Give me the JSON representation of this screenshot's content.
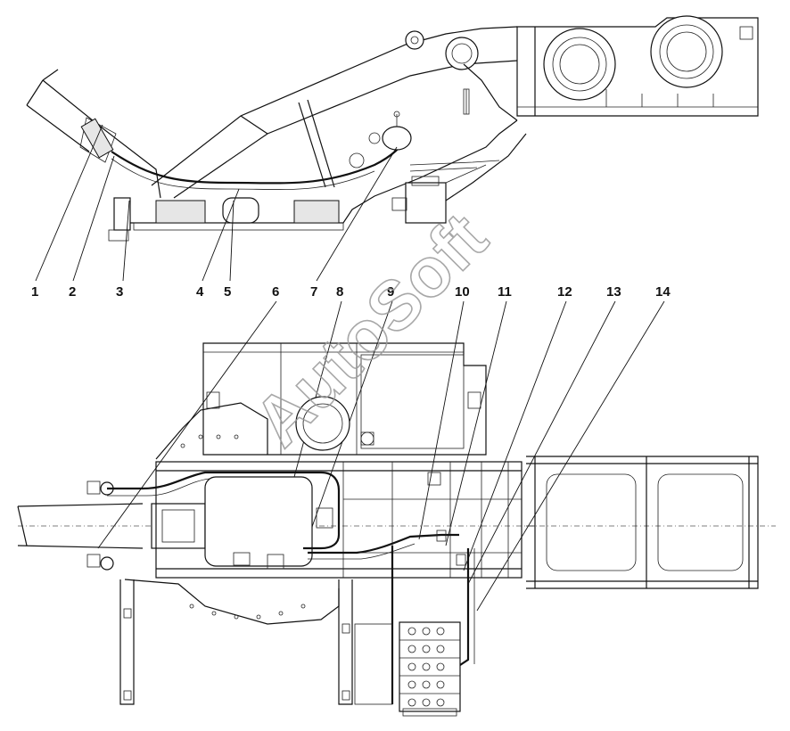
{
  "callouts": [
    {
      "label": "1"
    },
    {
      "label": "2"
    },
    {
      "label": "3"
    },
    {
      "label": "4"
    },
    {
      "label": "5"
    },
    {
      "label": "6"
    },
    {
      "label": "7"
    },
    {
      "label": "8"
    },
    {
      "label": "9"
    },
    {
      "label": "10"
    },
    {
      "label": "11"
    },
    {
      "label": "12"
    },
    {
      "label": "13"
    },
    {
      "label": "14"
    }
  ],
  "watermark": {
    "text": "AutoSoft"
  }
}
